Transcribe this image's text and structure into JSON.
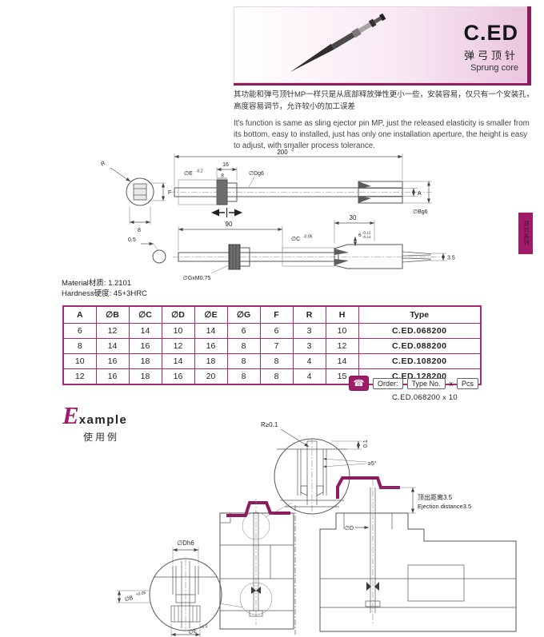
{
  "accent": {
    "magenta": "#9e1c68",
    "dark_magenta": "#8e1a5f",
    "table_border": "#a8287a",
    "header_gradient_end": "#eac4de"
  },
  "header": {
    "code": "C.ED",
    "name_cn": "弹弓顶针",
    "name_en": "Sprung core"
  },
  "intro": {
    "cn": "其功能和弹弓顶针MP一样只是从底部释放弹性更小一些，安装容易，仅只有一个安装孔，高度容易调节，允许较小的加工误差",
    "en": "It's function is same as sling ejector pin MP, just the released elasticity is smaller from its bottom, easy to installed, just has only one installation aperture, the height is easy to adjust, with smaller process tolerance."
  },
  "drawing": {
    "dim_200": "200",
    "dim_200_tol": "-2",
    "dim_16": "16",
    "dim_8_top": "8",
    "label_e": "∅E",
    "label_e_tol": "-0.2",
    "label_dg6": "∅Dg6",
    "label_r": "R",
    "label_f": "F",
    "dim_8_side": "8",
    "label_a": "A",
    "label_bg6": "∅Bg6",
    "dim_90": "90",
    "dim_30": "30",
    "dim_6": "6",
    "dim_6_tol_up": "-0.12",
    "dim_6_tol_dn": "-0.14",
    "dim_05": "0.5",
    "label_c": "∅C",
    "label_c_tol": "-0.05",
    "label_g": "∅GxM0.75",
    "dim_35": "3.5"
  },
  "material": {
    "material_line": "Material材质: 1.2101",
    "hardness_line": "Hardness硬度: 45+3HRC"
  },
  "table": {
    "headers": [
      "A",
      "∅B",
      "∅C",
      "∅D",
      "∅E",
      "∅G",
      "F",
      "R",
      "H",
      "Type"
    ],
    "rows": [
      [
        "6",
        "12",
        "14",
        "10",
        "14",
        "6",
        "6",
        "3",
        "10",
        "C.ED.068200"
      ],
      [
        "8",
        "14",
        "16",
        "12",
        "16",
        "8",
        "7",
        "3",
        "12",
        "C.ED.088200"
      ],
      [
        "10",
        "16",
        "18",
        "14",
        "18",
        "8",
        "8",
        "4",
        "14",
        "C.ED.108200"
      ],
      [
        "12",
        "16",
        "18",
        "16",
        "20",
        "8",
        "8",
        "4",
        "15",
        "C.ED.128200"
      ]
    ]
  },
  "order": {
    "order_label": "Order:",
    "type_label": "Type No.",
    "times1": "x",
    "pcs_label": "Pcs",
    "sample_type": "C.ED.068200",
    "times2": "x",
    "sample_qty": "10"
  },
  "example_section": {
    "initial": "E",
    "rest": "xample",
    "subtitle_cn": "使用例"
  },
  "example_drawing": {
    "r_min": "R≥0.1",
    "gap": "0.1",
    "angle": "≥5°",
    "d": "∅D",
    "eject_cn": "顶出距离3.5",
    "eject_en": "Ejection distance3.5",
    "dh6": "∅Dh6",
    "b": "∅B",
    "b_tol": "+0.05",
    "e": "∅E",
    "e_tol": "+0.2"
  },
  "side_tab": {
    "label": "顶针系列"
  }
}
